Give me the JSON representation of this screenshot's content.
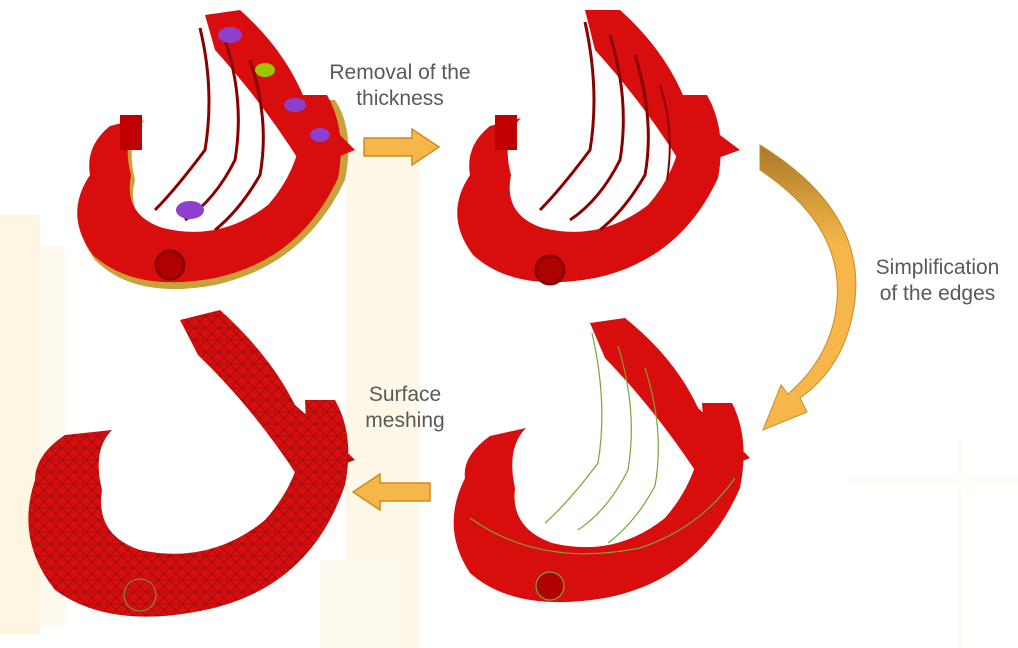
{
  "steps": {
    "removal_line1": "Removal of the",
    "removal_line2": "thickness",
    "simplification_line1": "Simplification",
    "simplification_line2": "of the edges",
    "meshing_line1": "Surface",
    "meshing_line2": "meshing"
  },
  "colors": {
    "part_red": "#d80d0d",
    "part_dark": "#8a0000",
    "arrow_orange": "#f7b64a",
    "arrow_brown": "#a87a28",
    "label_gray": "#595959",
    "watermark": "#fff4dc"
  }
}
